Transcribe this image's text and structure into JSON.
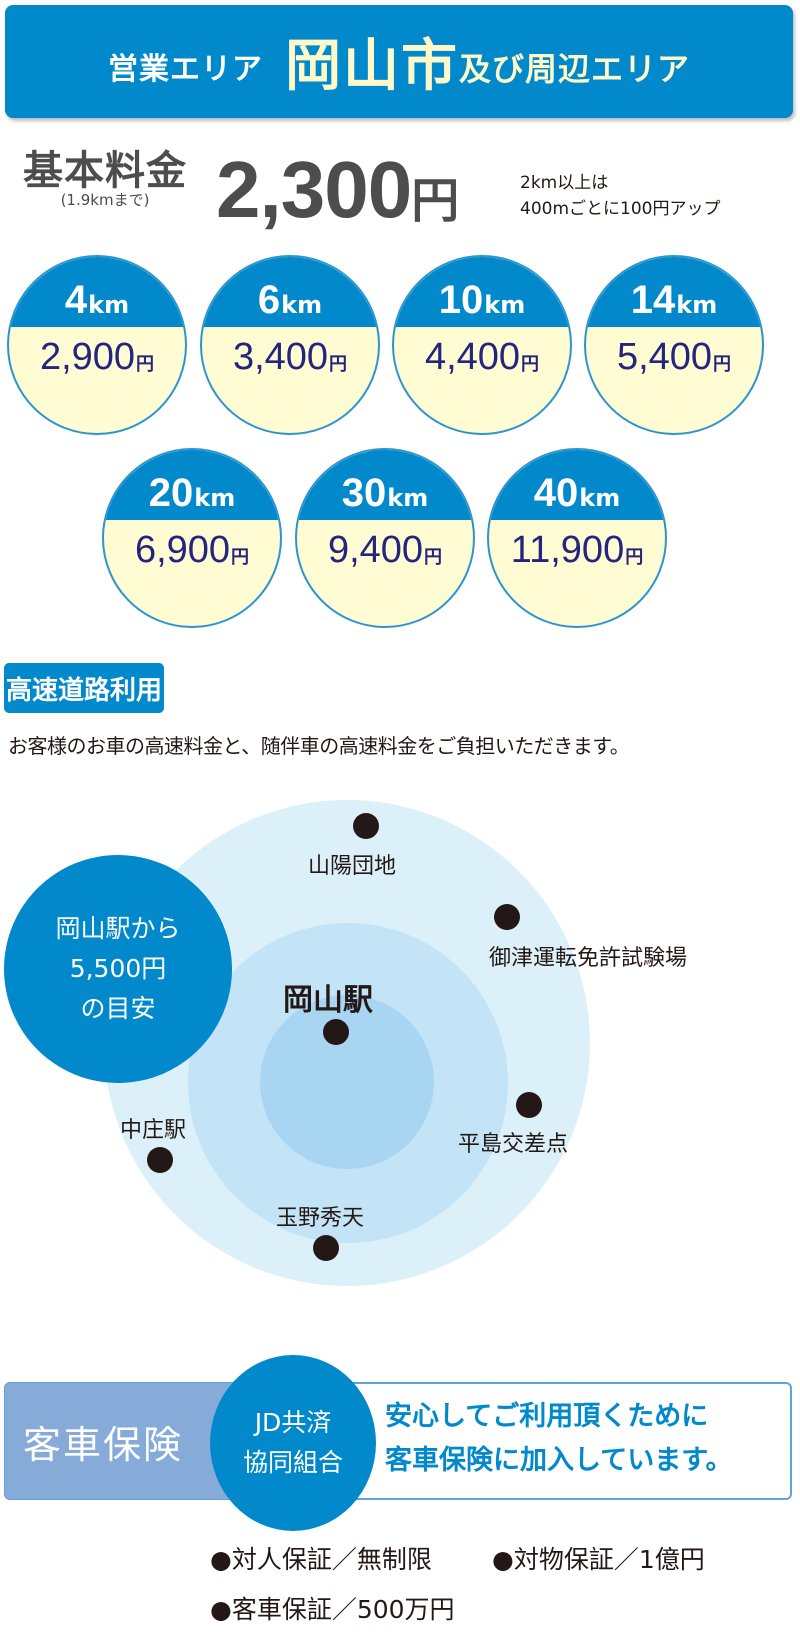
{
  "banner": {
    "lead": "営業エリア",
    "city": "岡山市",
    "tail": "及び周辺エリア"
  },
  "base_fare": {
    "title": "基本料金",
    "subtitle": "(1.9kmまで)",
    "price": "2,300",
    "yen": "円",
    "note_line1": "2km以上は",
    "note_line2": "400mごとに100円アップ"
  },
  "fares": [
    {
      "distance": "4",
      "unit": "km",
      "amount": "2,900",
      "yen": "円"
    },
    {
      "distance": "6",
      "unit": "km",
      "amount": "3,400",
      "yen": "円"
    },
    {
      "distance": "10",
      "unit": "km",
      "amount": "4,400",
      "yen": "円"
    },
    {
      "distance": "14",
      "unit": "km",
      "amount": "5,400",
      "yen": "円"
    },
    {
      "distance": "20",
      "unit": "km",
      "amount": "6,900",
      "yen": "円"
    },
    {
      "distance": "30",
      "unit": "km",
      "amount": "9,400",
      "yen": "円"
    },
    {
      "distance": "40",
      "unit": "km",
      "amount": "11,900",
      "yen": "円"
    }
  ],
  "highway": {
    "tag": "高速道路利用",
    "text": "お客様のお車の高速料金と、随伴車の高速料金をご負担いただきます。"
  },
  "map": {
    "estimate_line1": "岡山駅から",
    "estimate_line2": "5,500円",
    "estimate_line3": "の目安",
    "center": "岡山駅",
    "places": {
      "sanyo": "山陽団地",
      "mitsu": "御津運転免許試験場",
      "hirashima": "平島交差点",
      "tamano": "玉野秀天",
      "nakasho": "中庄駅"
    }
  },
  "insurance": {
    "label": "客車保険",
    "provider_line1": "JD共済",
    "provider_line2": "協同組合",
    "message_line1": "安心してご利用頂くために",
    "message_line2": "客車保険に加入しています。",
    "coverage": [
      "●対人保証／無制限",
      "●対物保証／1億円",
      "●客車保証／500万円"
    ]
  },
  "colors": {
    "brand_blue": "#0189cc",
    "cream": "#fffbd3",
    "navy_price": "#23257f",
    "insurance_label_bg": "#86abd9",
    "ring_outer": "#dcf0fa",
    "ring_mid": "#c3e4f6",
    "ring_inner": "#a8d6f2"
  }
}
